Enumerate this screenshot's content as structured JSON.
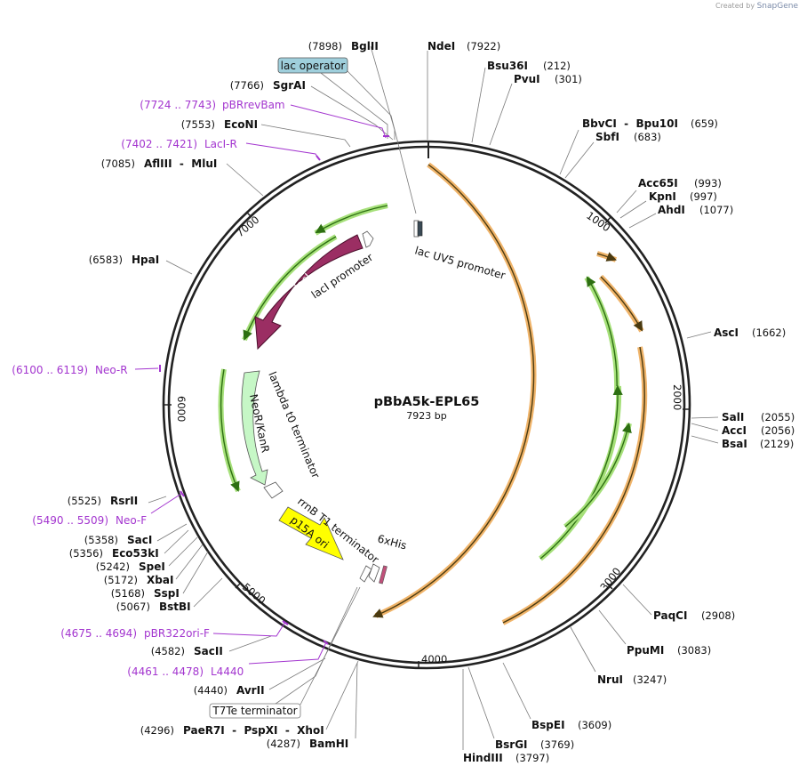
{
  "title": "pBbA5k-EPL65",
  "length_label": "7923 bp",
  "credit": {
    "prefix": "Created by",
    "brand": "SnapGene"
  },
  "ticks": [
    "1000",
    "2000",
    "3000",
    "4000",
    "5000",
    "6000",
    "7000"
  ],
  "sites_left": [
    {
      "name": "BglII",
      "pos": "(7898)"
    },
    {
      "name": "SgrAI",
      "pos": "(7766)"
    },
    {
      "name": "EcoNI",
      "pos": "(7553)"
    },
    {
      "name": "AflIII  -  MluI",
      "pos": "(7085)"
    },
    {
      "name": "HpaI",
      "pos": "(6583)"
    },
    {
      "name": "RsrII",
      "pos": "(5525)"
    },
    {
      "name": "SacI",
      "pos": "(5358)"
    },
    {
      "name": "Eco53kI",
      "pos": "(5356)"
    },
    {
      "name": "SpeI",
      "pos": "(5242)"
    },
    {
      "name": "XbaI",
      "pos": "(5172)"
    },
    {
      "name": "SspI",
      "pos": "(5168)"
    },
    {
      "name": "BstBI",
      "pos": "(5067)"
    },
    {
      "name": "SacII",
      "pos": "(4582)"
    },
    {
      "name": "AvrII",
      "pos": "(4440)"
    },
    {
      "name": "PaeR7I  -  PspXI  -  XhoI",
      "pos": "(4296)"
    },
    {
      "name": "BamHI",
      "pos": "(4287)"
    }
  ],
  "sites_right": [
    {
      "name": "NdeI",
      "pos": "(7922)"
    },
    {
      "name": "Bsu36I",
      "pos": "(212)"
    },
    {
      "name": "PvuI",
      "pos": "(301)"
    },
    {
      "name": "BbvCI  -  Bpu10I",
      "pos": "(659)"
    },
    {
      "name": "SbfI",
      "pos": "(683)"
    },
    {
      "name": "Acc65I",
      "pos": "(993)"
    },
    {
      "name": "KpnI",
      "pos": "(997)"
    },
    {
      "name": "AhdI",
      "pos": "(1077)"
    },
    {
      "name": "AscI",
      "pos": "(1662)"
    },
    {
      "name": "SalI",
      "pos": "(2055)"
    },
    {
      "name": "AccI",
      "pos": "(2056)"
    },
    {
      "name": "BsaI",
      "pos": "(2129)"
    },
    {
      "name": "PaqCI",
      "pos": "(2908)"
    },
    {
      "name": "PpuMI",
      "pos": "(3083)"
    },
    {
      "name": "NruI",
      "pos": "(3247)"
    },
    {
      "name": "BspEI",
      "pos": "(3609)"
    },
    {
      "name": "BsrGI",
      "pos": "(3769)"
    },
    {
      "name": "HindIII",
      "pos": "(3797)"
    }
  ],
  "primers": [
    {
      "range": "(7724 .. 7743)",
      "name": "pBRrevBam"
    },
    {
      "range": "(7402 .. 7421)",
      "name": "LacI-R"
    },
    {
      "range": "(6100 .. 6119)",
      "name": "Neo-R"
    },
    {
      "range": "(5490 .. 5509)",
      "name": "Neo-F"
    },
    {
      "range": "(4675 .. 4694)",
      "name": "pBR322ori-F"
    },
    {
      "range": "(4461 .. 4478)",
      "name": "L4440"
    }
  ],
  "boxed_labels": [
    "lac operator",
    "T7Te terminator"
  ],
  "features": {
    "lacI": "lacI",
    "lacI_promoter": "lacI promoter",
    "lacUV5": "lac UV5 promoter",
    "neo": "NeoR/KanR",
    "lambda": "lambda t0 terminator",
    "rrnB": "rrnB T1 terminator",
    "p15a": "p15A ori",
    "his": "6xHis"
  },
  "colors": {
    "backbone": "#222222",
    "orf_orange": "#f0b46a",
    "orf_green": "#a6e07a",
    "lacI": "#9b2e63",
    "neo": "#c6f7c6",
    "ori": "#ffff00",
    "primer": "#a335cf",
    "operator_box": "#9fcfdc"
  }
}
